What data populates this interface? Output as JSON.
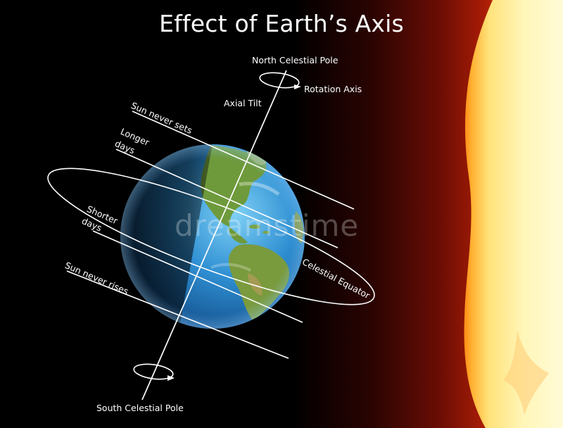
{
  "title": "Effect of Earth’s Axis",
  "labels": {
    "north_pole": "North Celestial Pole",
    "south_pole": "South Celestial Pole",
    "rotation_axis": "Rotation Axis",
    "axial_tilt": "Axial Tilt",
    "sun_never_sets": "Sun never sets",
    "longer_days": [
      "Longer",
      "days"
    ],
    "shorter_days": [
      "Shorter",
      "days"
    ],
    "sun_never_rises": "Sun never rises",
    "celestial_equator": "Celestial Equator"
  },
  "watermark": "dreamstime",
  "colors": {
    "background": "#000000",
    "sun_core": "#fff3a8",
    "sun_glow": "#ff9a1e",
    "space_glow": "#b31c08",
    "ocean": "#2e7fc4",
    "land": "#6f9a3a",
    "lines": "#ffffff"
  }
}
